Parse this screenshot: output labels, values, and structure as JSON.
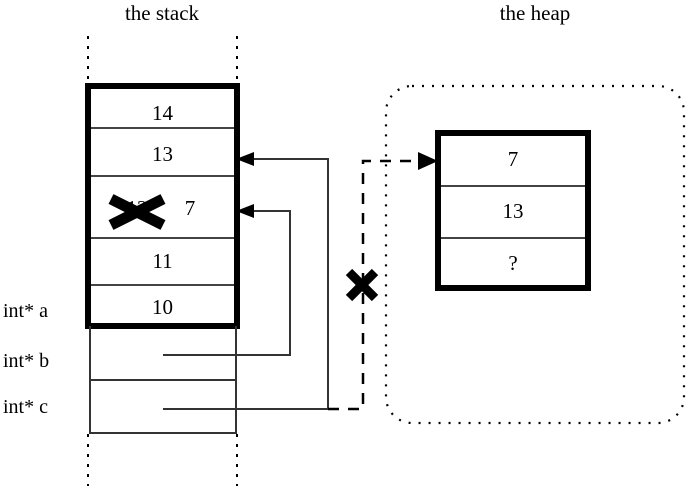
{
  "diagram": {
    "titles": {
      "stack": "the stack",
      "heap": "the heap"
    },
    "stack": {
      "frame_cells": [
        {
          "value": "14"
        },
        {
          "value": "13"
        },
        {
          "value": "12",
          "struck_out": true,
          "annotation": "7"
        },
        {
          "value": "11"
        },
        {
          "value": "10"
        }
      ],
      "pointer_vars": [
        {
          "label": "int* a"
        },
        {
          "label": "int* b"
        },
        {
          "label": "int* c"
        }
      ]
    },
    "heap": {
      "cells": [
        {
          "value": "7"
        },
        {
          "value": "13"
        },
        {
          "value": "?"
        }
      ]
    },
    "marks": {
      "struck_cell_mark": "x-cross-mark",
      "broken_pointer_mark": "x-cross-mark"
    },
    "colors": {
      "stroke": "#000000",
      "thin_stroke": "#333333",
      "background": "#ffffff"
    }
  }
}
